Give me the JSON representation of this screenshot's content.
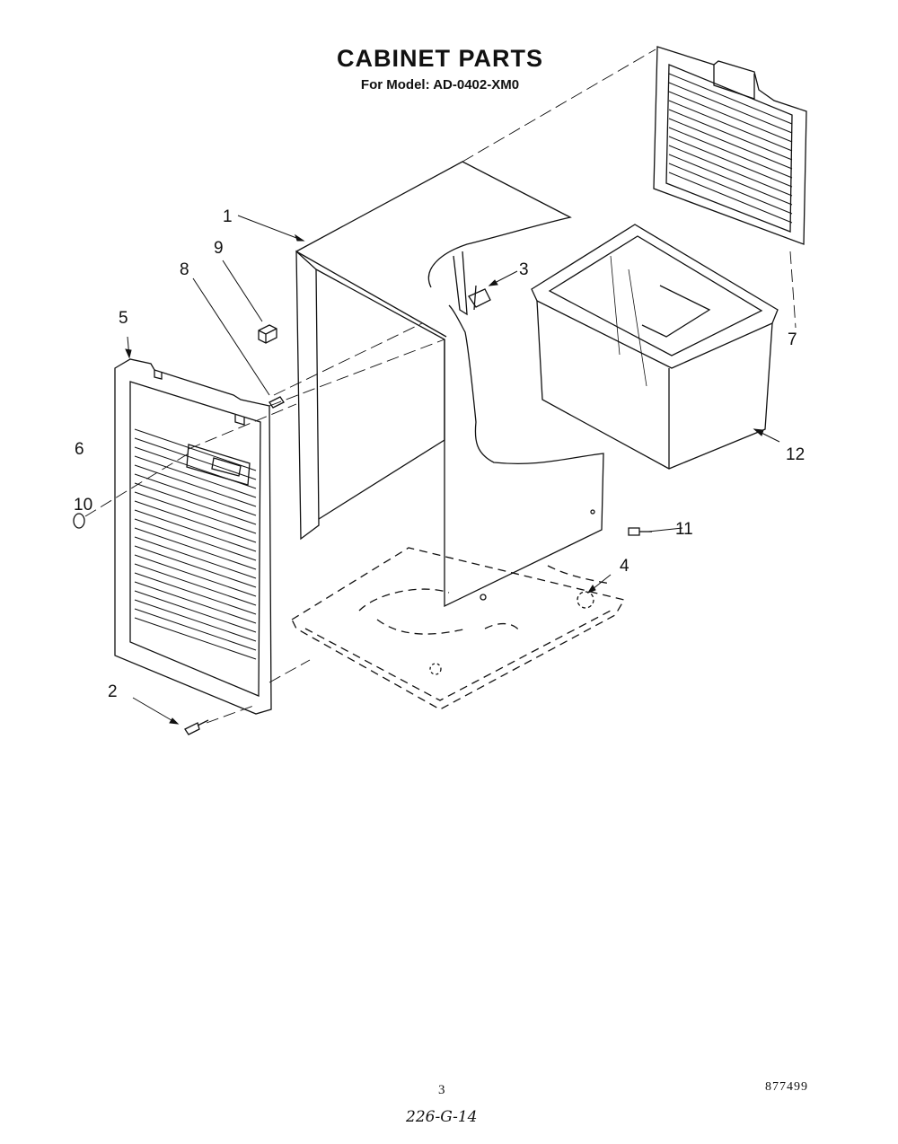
{
  "header": {
    "title": "CABINET PARTS",
    "subtitle": "For Model: AD-0402-XM0"
  },
  "callouts": {
    "c1": "1",
    "c2": "2",
    "c3": "3",
    "c4": "4",
    "c5": "5",
    "c6": "6",
    "c7": "7",
    "c8": "8",
    "c9": "9",
    "c10": "10",
    "c11": "11",
    "c12": "12"
  },
  "footer": {
    "page_number": "3",
    "document_number": "877499",
    "handwritten_note": "226-G-14"
  }
}
